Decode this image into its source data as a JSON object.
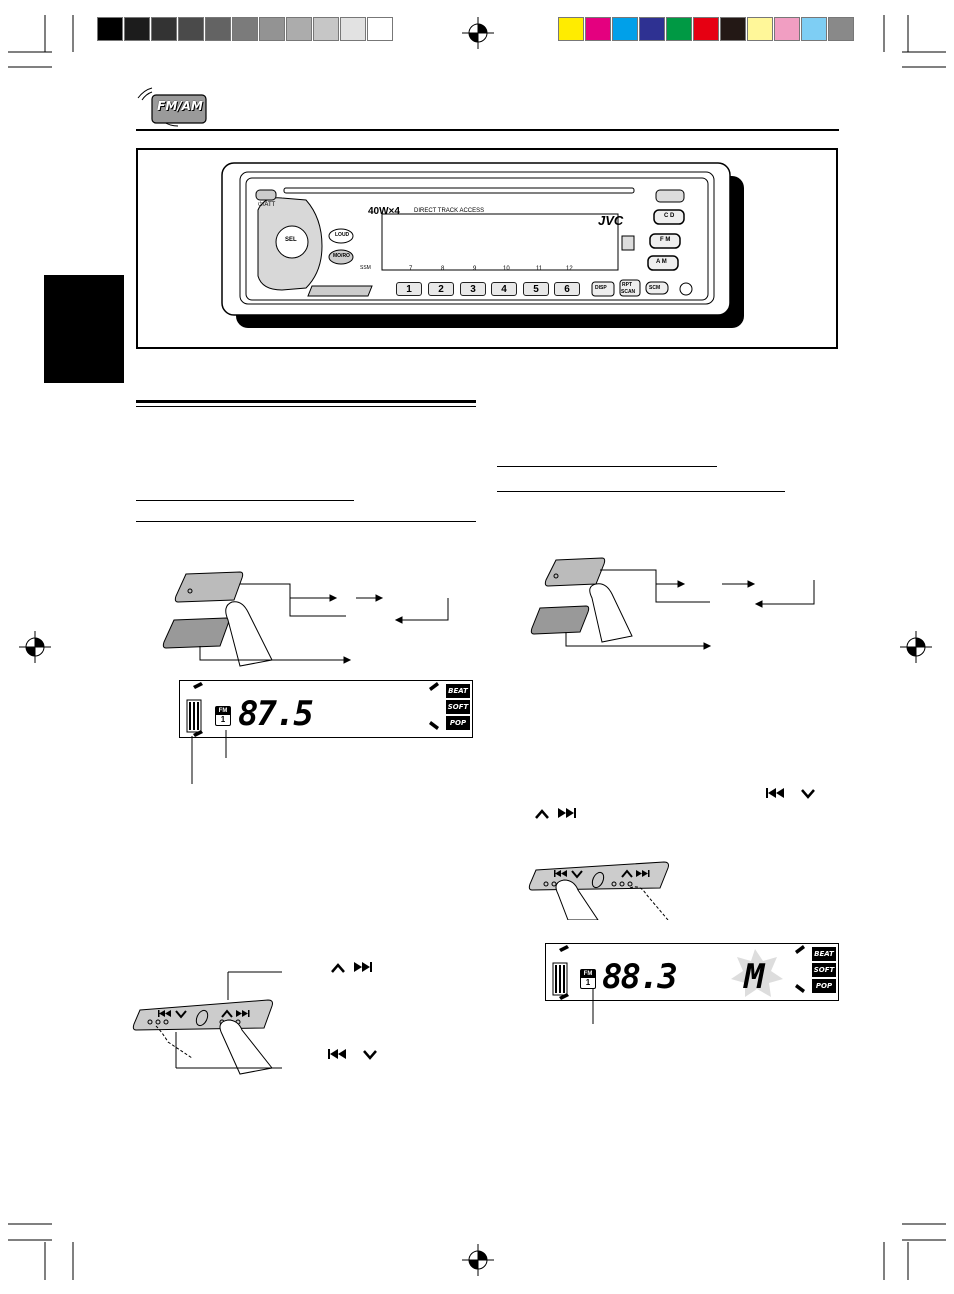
{
  "header": {
    "badge_label": "FM/AM",
    "color_swatches_gray": [
      "#000000",
      "#1c1c1c",
      "#333333",
      "#4a4a4a",
      "#636363",
      "#7b7b7b",
      "#939393",
      "#acacac",
      "#c6c6c6",
      "#e2e2e2",
      "#ffffff"
    ],
    "color_swatches_color": [
      "#ffec00",
      "#e4007f",
      "#00a0e9",
      "#2e3192",
      "#009944",
      "#e60012",
      "#231815",
      "#fff799",
      "#f19ec2",
      "#7ecef4",
      "#898989"
    ]
  },
  "radio_unit": {
    "brand": "JVC",
    "power_text": "40W×4",
    "feature_text": "DIRECT TRACK ACCESS",
    "att_label": "⏻/ATT",
    "sel_label": "SEL",
    "loud_label": "LOUD",
    "mono_label": "MO/RO",
    "ssm_label": "SSM",
    "cd_label": "C D",
    "fm_label": "F M",
    "am_label": "A M",
    "disp_label": "DISP",
    "rpt_label": "RPT",
    "scan_label": "SCAN",
    "scm_label": "SCM",
    "track_numbers": [
      "7",
      "8",
      "9",
      "10",
      "11",
      "12"
    ],
    "preset_buttons": [
      "1",
      "2",
      "3",
      "4",
      "5",
      "6"
    ]
  },
  "display1": {
    "band": "FM",
    "preset": "1",
    "frequency": "87.5",
    "modes": [
      "BEAT",
      "SOFT",
      "POP"
    ]
  },
  "display2": {
    "band": "FM",
    "preset": "1",
    "frequency": "88.3",
    "indicator": "M",
    "modes": [
      "BEAT",
      "SOFT",
      "POP"
    ]
  },
  "icons": [
    "crosshair-registration-icon",
    "finger-press-icon",
    "skip-up-icon",
    "skip-down-icon",
    "arrow-right-icon"
  ]
}
